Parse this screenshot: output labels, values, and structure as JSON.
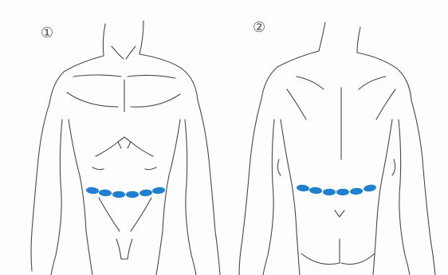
{
  "panels": [
    {
      "label": "①",
      "view": "front"
    },
    {
      "label": "②",
      "view": "back"
    }
  ],
  "colors": {
    "outline": "#4a4a4a",
    "marker": "#1f7fd0",
    "background": "#fdfdfd"
  }
}
